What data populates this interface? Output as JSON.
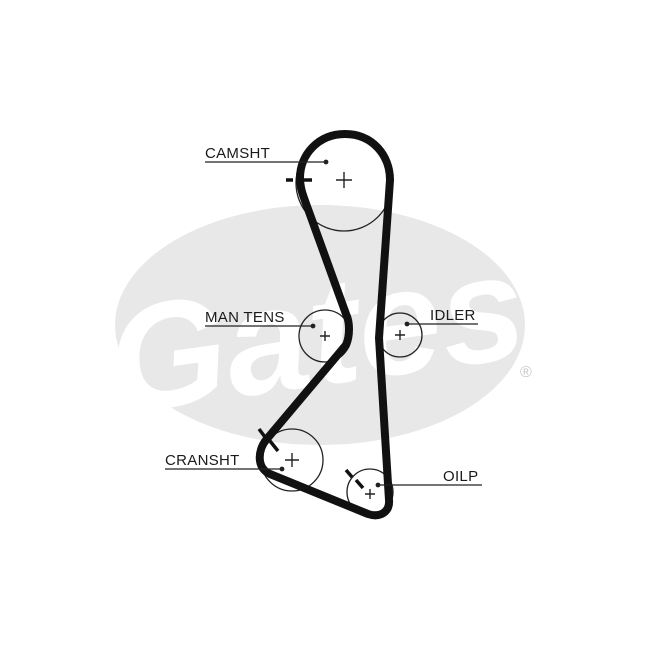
{
  "watermark": {
    "brand": "Gates",
    "registered": "®",
    "color": "#e8e8e8"
  },
  "labels": {
    "camshaft": "CAMSHT",
    "manual_tensioner": "MAN TENS",
    "idler": "IDLER",
    "crankshaft": "CRANSHT",
    "oil_pump": "OILP"
  },
  "colors": {
    "belt": "#111111",
    "lines": "#222222"
  }
}
